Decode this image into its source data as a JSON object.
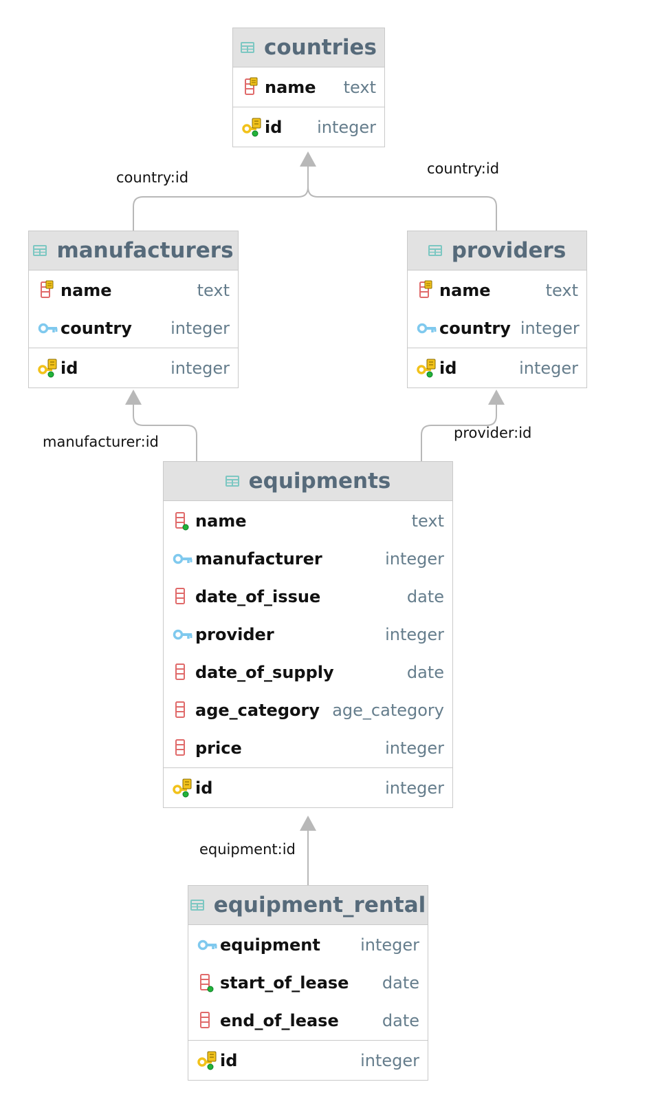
{
  "diagram": {
    "entities": {
      "countries": {
        "title": "countries",
        "columns": [
          {
            "name": "name",
            "type": "text",
            "icon": "column-index-icon"
          }
        ],
        "pk": [
          {
            "name": "id",
            "type": "integer",
            "icon": "primary-key-icon"
          }
        ]
      },
      "manufacturers": {
        "title": "manufacturers",
        "columns": [
          {
            "name": "name",
            "type": "text",
            "icon": "column-index-icon"
          },
          {
            "name": "country",
            "type": "integer",
            "icon": "foreign-key-icon"
          }
        ],
        "pk": [
          {
            "name": "id",
            "type": "integer",
            "icon": "primary-key-icon"
          }
        ]
      },
      "providers": {
        "title": "providers",
        "columns": [
          {
            "name": "name",
            "type": "text",
            "icon": "column-index-icon"
          },
          {
            "name": "country",
            "type": "integer",
            "icon": "foreign-key-icon"
          }
        ],
        "pk": [
          {
            "name": "id",
            "type": "integer",
            "icon": "primary-key-icon"
          }
        ]
      },
      "equipments": {
        "title": "equipments",
        "columns": [
          {
            "name": "name",
            "type": "text",
            "icon": "column-notnull-icon"
          },
          {
            "name": "manufacturer",
            "type": "integer",
            "icon": "foreign-key-icon"
          },
          {
            "name": "date_of_issue",
            "type": "date",
            "icon": "column-icon"
          },
          {
            "name": "provider",
            "type": "integer",
            "icon": "foreign-key-icon"
          },
          {
            "name": "date_of_supply",
            "type": "date",
            "icon": "column-icon"
          },
          {
            "name": "age_category",
            "type": "age_category",
            "icon": "column-icon"
          },
          {
            "name": "price",
            "type": "integer",
            "icon": "column-icon"
          }
        ],
        "pk": [
          {
            "name": "id",
            "type": "integer",
            "icon": "primary-key-icon"
          }
        ]
      },
      "equipment_rental": {
        "title": "equipment_rental",
        "columns": [
          {
            "name": "equipment",
            "type": "integer",
            "icon": "foreign-key-icon"
          },
          {
            "name": "start_of_lease",
            "type": "date",
            "icon": "column-notnull-icon"
          },
          {
            "name": "end_of_lease",
            "type": "date",
            "icon": "column-icon"
          }
        ],
        "pk": [
          {
            "name": "id",
            "type": "integer",
            "icon": "primary-key-icon"
          }
        ]
      }
    },
    "relations": {
      "manufacturers_country": "country:id",
      "providers_country": "country:id",
      "equipments_manufacturer": "manufacturer:id",
      "equipments_provider": "provider:id",
      "rental_equipment": "equipment:id"
    }
  },
  "colors": {
    "header_bg": "#e2e2e2",
    "title_text": "#566a7a",
    "type_text": "#657d8c",
    "border": "#c9c9c9",
    "connector": "#b8b8b8",
    "table_icon": "#7cc7c2",
    "column_icon": "#e06a6a",
    "key_yellow": "#f2c21b",
    "key_blue": "#7fc9ee",
    "notnull_dot": "#22b33a"
  }
}
